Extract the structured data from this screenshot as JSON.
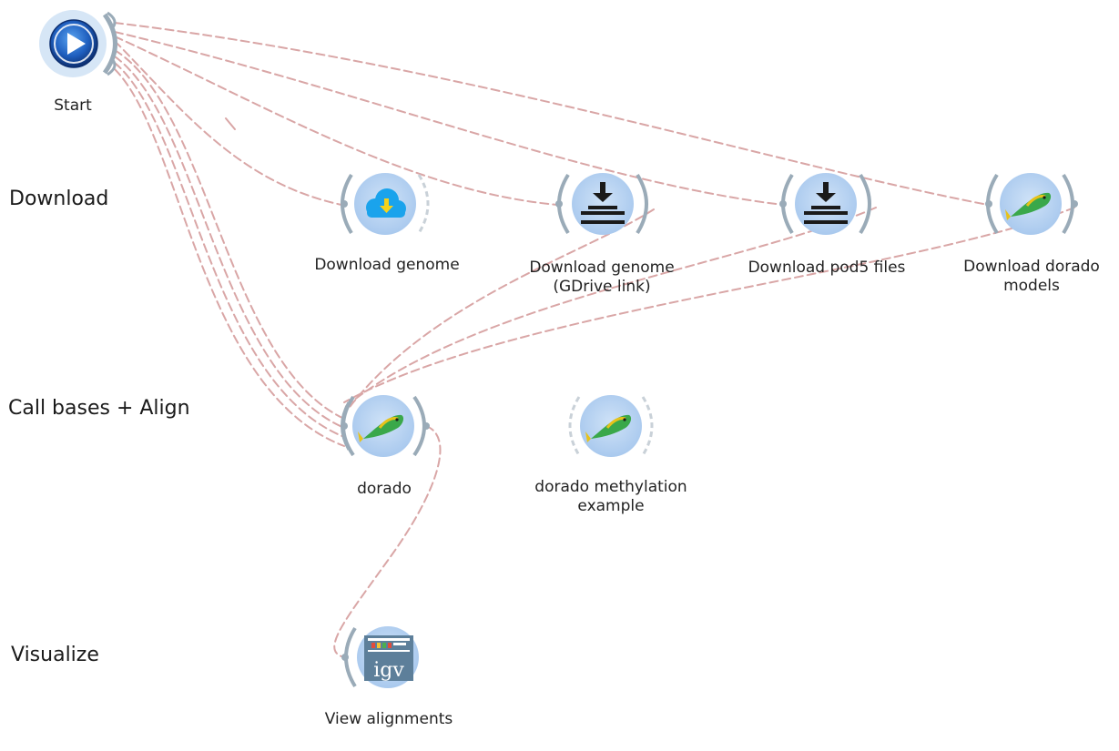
{
  "colors": {
    "link": "#d9a6a6",
    "node_fill_outer": "#d6e6f6",
    "node_fill_inner": "#b7d3f1",
    "bracket": "#9aabb8",
    "bracket_dashed": "#c9d1d8",
    "icon_dark": "#1a1a1a",
    "cloud": "#1aa3ec",
    "arrow_yellow": "#f6d21b",
    "start_blue": "#1f5fbf"
  },
  "sections": {
    "download": "Download",
    "call_bases": "Call bases + Align",
    "visualize": "Visualize"
  },
  "nodes": {
    "start": {
      "label": "Start",
      "icon": "play-icon"
    },
    "download_genome": {
      "label": "Download genome",
      "icon": "cloud-download-icon"
    },
    "download_genome_gdrive": {
      "label_line1": "Download genome",
      "label_line2": "(GDrive link)",
      "icon": "download-tray-icon"
    },
    "download_pod5": {
      "label": "Download pod5 files",
      "icon": "download-tray-icon"
    },
    "download_dorado_models": {
      "label_line1": "Download dorado",
      "label_line2": "models",
      "icon": "dorado-fish-icon"
    },
    "dorado": {
      "label": "dorado",
      "icon": "dorado-fish-icon"
    },
    "dorado_methylation": {
      "label_line1": "dorado methylation",
      "label_line2": "example",
      "icon": "dorado-fish-icon"
    },
    "view_alignments": {
      "label": "View alignments",
      "icon": "igv-icon",
      "icon_text": "igv"
    }
  },
  "links": [
    {
      "from": "start",
      "to": "download_genome"
    },
    {
      "from": "start",
      "to": "download_genome_gdrive"
    },
    {
      "from": "start",
      "to": "download_pod5"
    },
    {
      "from": "start",
      "to": "download_dorado_models"
    },
    {
      "from": "start",
      "to": "dorado"
    },
    {
      "from": "download_genome_gdrive",
      "to": "dorado"
    },
    {
      "from": "download_pod5",
      "to": "dorado"
    },
    {
      "from": "download_dorado_models",
      "to": "dorado"
    },
    {
      "from": "dorado",
      "to": "view_alignments"
    }
  ]
}
